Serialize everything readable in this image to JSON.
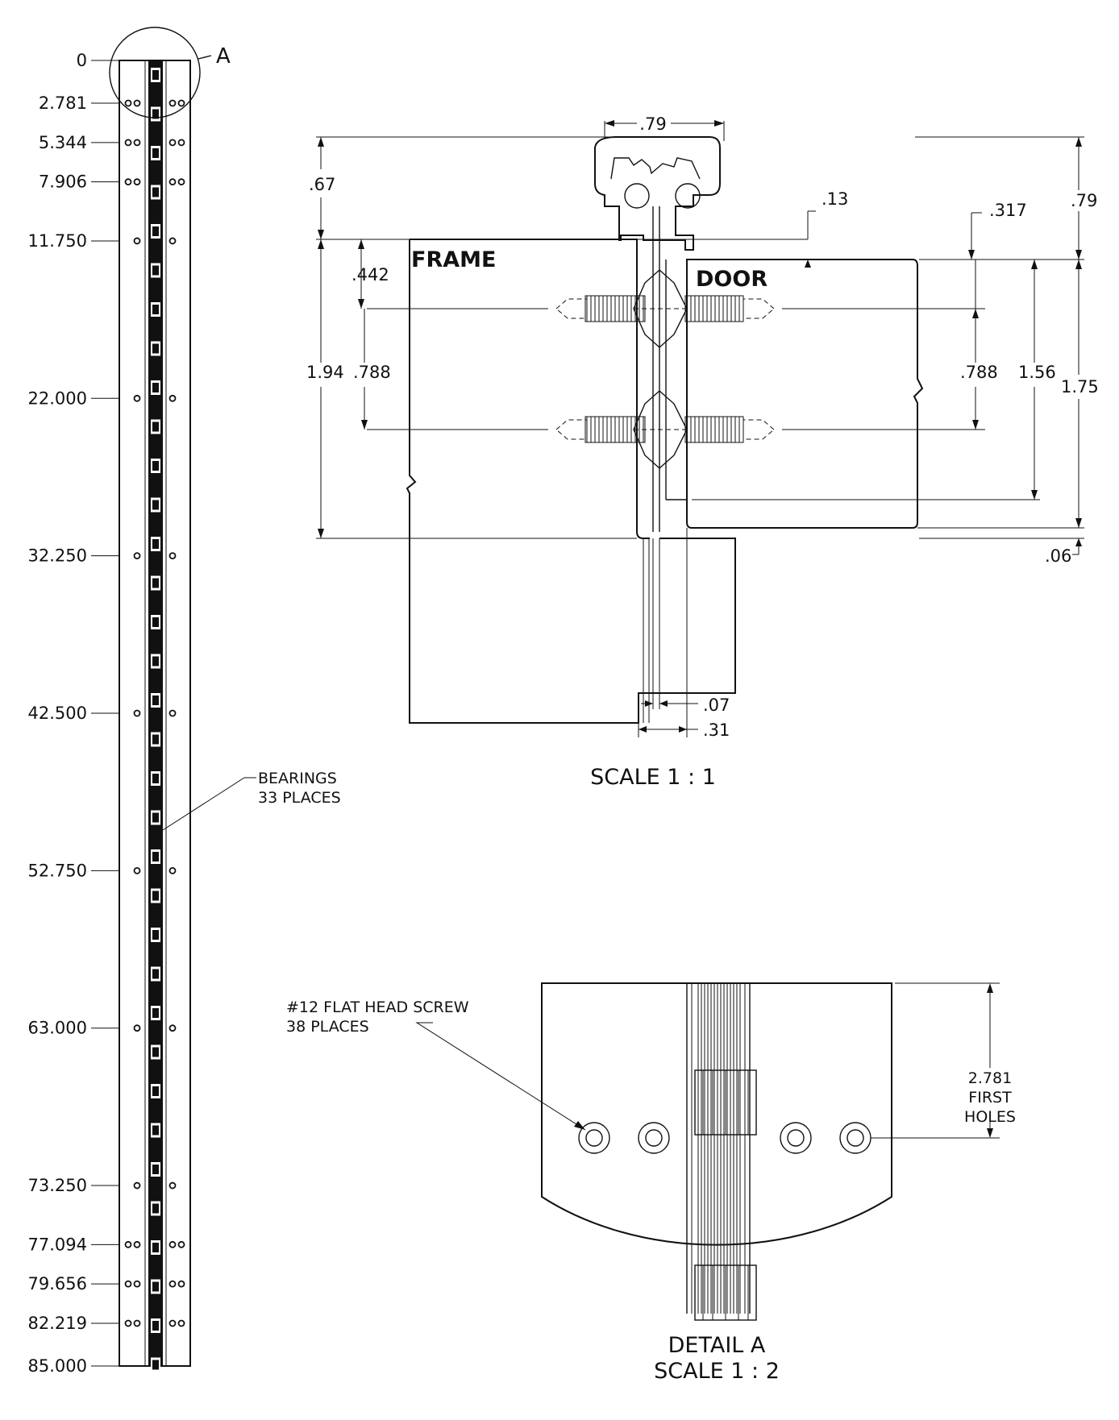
{
  "long_view": {
    "ruler_labels": [
      "0",
      "2.781",
      "5.344",
      "7.906",
      "11.750",
      "22.000",
      "32.250",
      "42.500",
      "52.750",
      "63.000",
      "73.250",
      "77.094",
      "79.656",
      "82.219",
      "85.000"
    ],
    "detail_callout": "A",
    "bearings_note_line1": "BEARINGS",
    "bearings_note_line2": "33 PLACES"
  },
  "section_view": {
    "frame_label": "FRAME",
    "door_label": "DOOR",
    "dims": {
      "top_width": ".79",
      "top_left_height": ".67",
      "gap_top": ".13",
      "door_offset": ".317",
      "right_top": ".79",
      "frame_screw_top": ".442",
      "frame_total": "1.94",
      "frame_screw_spacing": ".788",
      "door_screw_spacing": ".788",
      "door_leaf": "1.56",
      "door_total": "1.75",
      "bottom_offset": ".06",
      "knuckle_gap": ".07",
      "leaf_thickness": ".31"
    },
    "scale_label": "SCALE 1 : 1"
  },
  "detail_view": {
    "screw_note_line1": "#12 FLAT HEAD SCREW",
    "screw_note_line2": "38 PLACES",
    "first_holes_line1": "2.781",
    "first_holes_line2": "FIRST",
    "first_holes_line3": "HOLES",
    "title_line1": "DETAIL A",
    "title_line2": "SCALE 1 : 2"
  }
}
